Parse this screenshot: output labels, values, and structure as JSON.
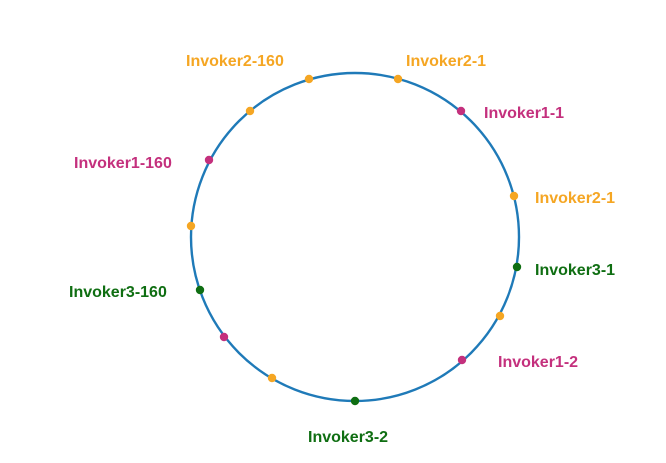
{
  "colors": {
    "ring": "#1f7ab8",
    "invoker1": "#c4307d",
    "invoker2": "#f5a623",
    "invoker3": "#0f6e12",
    "background": "#ffffff"
  },
  "labels": [
    {
      "text": "Invoker2-160",
      "group": "invoker2"
    },
    {
      "text": "Invoker2-1",
      "group": "invoker2"
    },
    {
      "text": "Invoker1-1",
      "group": "invoker1"
    },
    {
      "text": "Invoker1-160",
      "group": "invoker1"
    },
    {
      "text": "Invoker2-1",
      "group": "invoker2"
    },
    {
      "text": "Invoker3-1",
      "group": "invoker3"
    },
    {
      "text": "Invoker3-160",
      "group": "invoker3"
    },
    {
      "text": "Invoker1-2",
      "group": "invoker1"
    },
    {
      "text": "Invoker3-2",
      "group": "invoker3"
    }
  ],
  "nodes": [
    {
      "group": "invoker2"
    },
    {
      "group": "invoker2"
    },
    {
      "group": "invoker1"
    },
    {
      "group": "invoker2"
    },
    {
      "group": "invoker1"
    },
    {
      "group": "invoker2"
    },
    {
      "group": "invoker3"
    },
    {
      "group": "invoker2"
    },
    {
      "group": "invoker1"
    },
    {
      "group": "invoker3"
    },
    {
      "group": "invoker2"
    },
    {
      "group": "invoker1"
    },
    {
      "group": "invoker3"
    }
  ]
}
